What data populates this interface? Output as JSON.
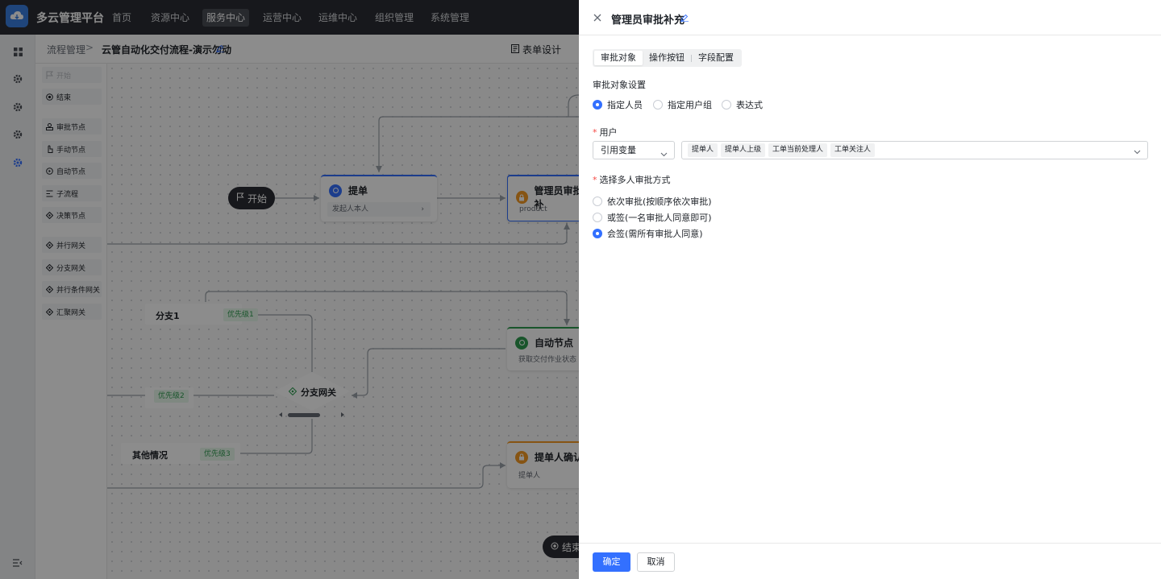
{
  "app": {
    "title": "多云管理平台",
    "logo_icon": "cloud-logo-icon",
    "nav": [
      "首页",
      "资源中心",
      "服务中心",
      "运营中心",
      "运维中心",
      "组织管理",
      "系统管理"
    ],
    "active_nav": "服务中心"
  },
  "breadcrumb": {
    "parent": "流程管理",
    "separator": ">",
    "current": "云管自动化交付流程-演示勿动"
  },
  "toolbar": {
    "form_design": "表单设计"
  },
  "palette": {
    "items": [
      "开始",
      "结束",
      "审批节点",
      "手动节点",
      "自动节点",
      "子流程",
      "决策节点",
      "并行网关",
      "分支网关",
      "并行条件网关",
      "汇聚网关"
    ]
  },
  "flow": {
    "start": "开始",
    "end": "结束",
    "node_submit": {
      "title": "提单",
      "sub": "发起人本人"
    },
    "node_admin": {
      "title": "管理员审批补",
      "sub": "product"
    },
    "node_auto": {
      "title": "自动节点",
      "sub": "获取交付作业状态"
    },
    "node_confirm": {
      "title": "提单人确认",
      "sub": "提单人"
    },
    "branch1": "分支1",
    "other": "其他情况",
    "prio1": "优先级1",
    "prio2": "优先级2",
    "prio3": "优先级3",
    "gateway": "分支网关"
  },
  "drawer": {
    "title": "管理员审批补充",
    "tabs": [
      "审批对象",
      "操作按钮",
      "字段配置"
    ],
    "approver_section": "审批对象设置",
    "approver_options": [
      "指定人员",
      "指定用户组",
      "表达式"
    ],
    "approver_selected": "指定人员",
    "user_label": "用户",
    "user_mode": "引用变量",
    "user_chips": [
      "提单人",
      "提单人上级",
      "工单当前处理人",
      "工单关注人"
    ],
    "multi_label": "选择多人审批方式",
    "multi_options": [
      "依次审批(按顺序依次审批)",
      "或签(一名审批人同意即可)",
      "会签(需所有审批人同意)"
    ],
    "multi_selected": "会签(需所有审批人同意)",
    "ok": "确定",
    "cancel": "取消"
  },
  "colors": {
    "primary": "#3370ff",
    "nav_bg": "#2b2d33",
    "required": "#f54a45",
    "priority_text": "#2e9c4f",
    "priority_bg": "#e8f7ec"
  }
}
